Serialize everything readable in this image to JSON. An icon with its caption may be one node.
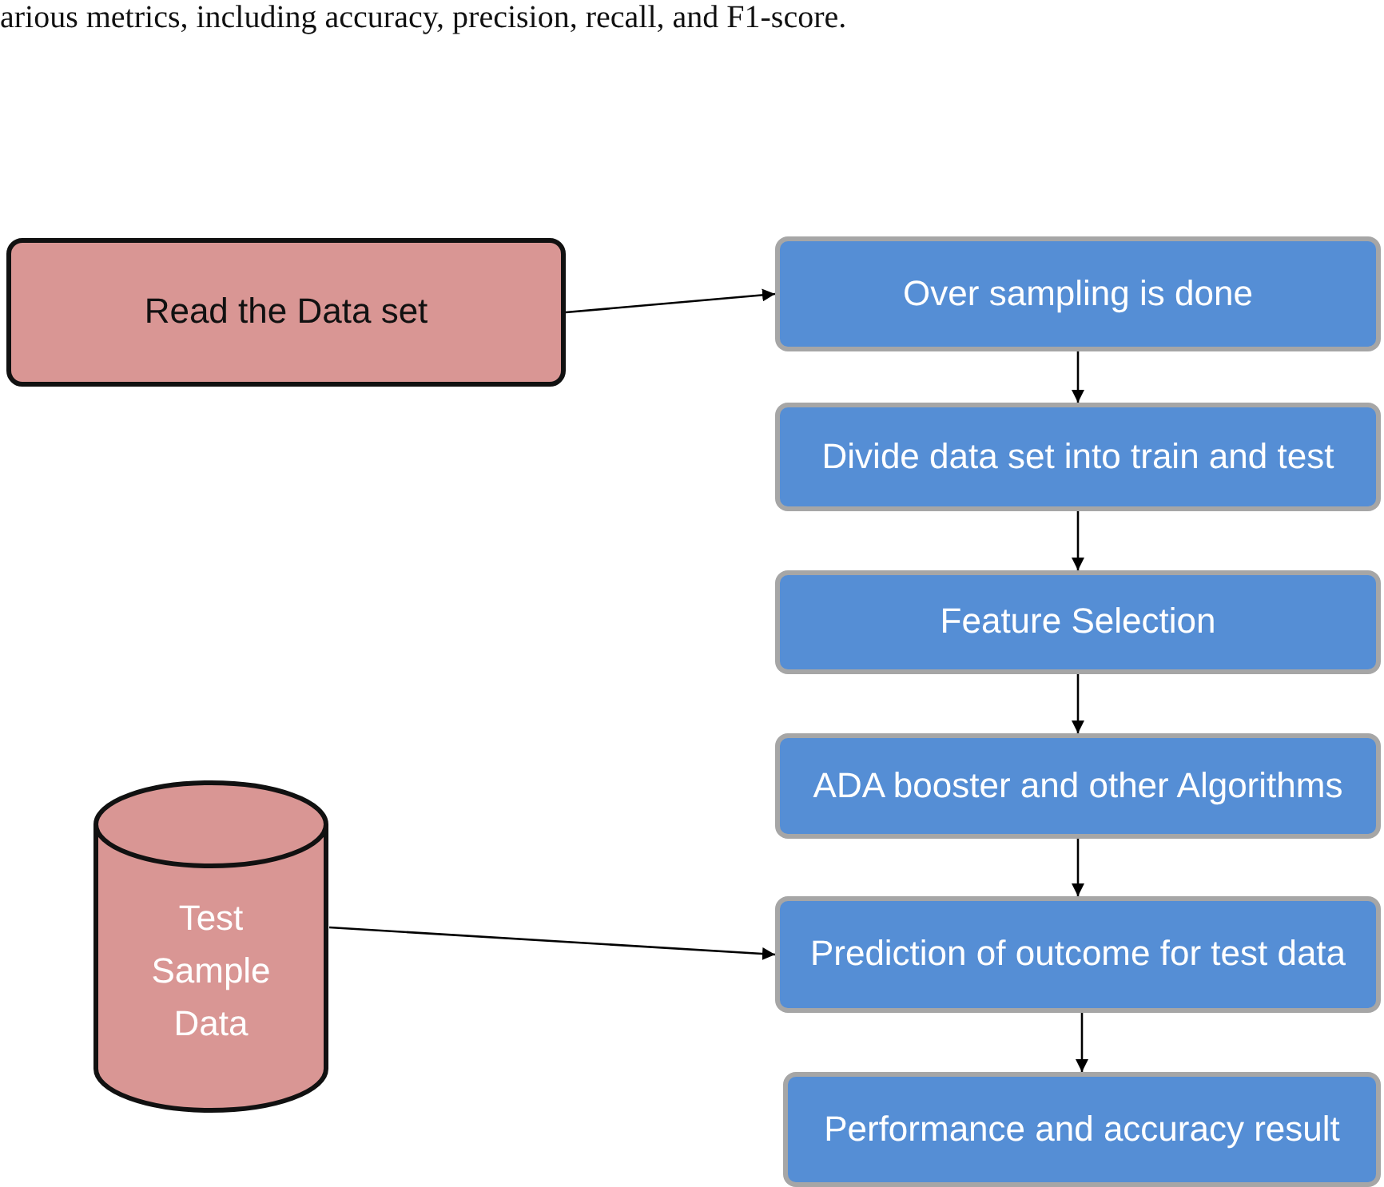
{
  "diagram": {
    "nodes": [
      {
        "text": [
          "Read the Data set"
        ]
      },
      {
        "text": [
          "Over sampling is done"
        ]
      },
      {
        "text": [
          "Divide data set into train and test"
        ]
      },
      {
        "text": [
          "Feature Selection"
        ]
      },
      {
        "text": [
          "ADA booster and other Algorithms"
        ]
      },
      {
        "text": [
          "Prediction of outcome for test data"
        ]
      },
      {
        "text": [
          "Performance and accuracy result"
        ]
      },
      {
        "text": [
          "Test Sample Data"
        ]
      }
    ],
    "edges": [
      {
        "from": 0,
        "to": 1,
        "arrow": "to"
      },
      {
        "from": 1,
        "to": 2,
        "arrow": "to"
      },
      {
        "from": 2,
        "to": 3,
        "arrow": "to"
      },
      {
        "from": 3,
        "to": 4,
        "arrow": "to"
      },
      {
        "from": 4,
        "to": 5,
        "arrow": "to"
      },
      {
        "from": 5,
        "to": 6,
        "arrow": "to"
      },
      {
        "from": 7,
        "to": 5,
        "arrow": "to"
      }
    ],
    "labels": [
      "arious metrics, including accuracy, precision, recall, and F1-score."
    ]
  }
}
